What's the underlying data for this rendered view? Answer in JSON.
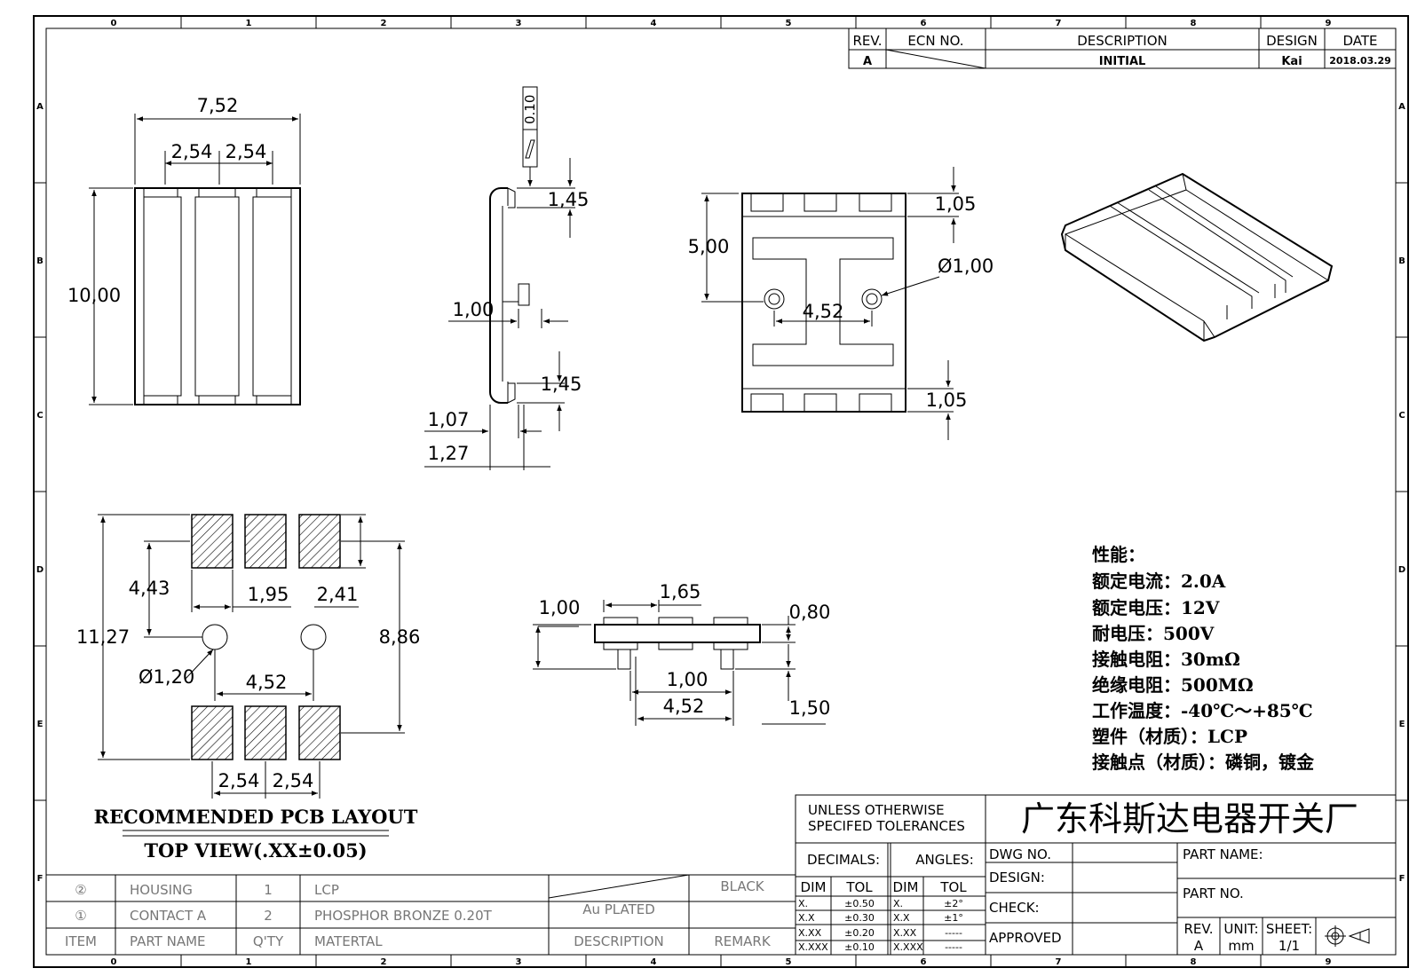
{
  "zone_cols": [
    "0",
    "1",
    "2",
    "3",
    "4",
    "5",
    "6",
    "7",
    "8",
    "9"
  ],
  "zone_rows": [
    "A",
    "B",
    "C",
    "D",
    "E",
    "F"
  ],
  "revision_table": {
    "headers": {
      "rev": "REV.",
      "ecn": "ECN NO.",
      "description": "DESCRIPTION",
      "design": "DESIGN",
      "date": "DATE"
    },
    "row": {
      "rev": "A",
      "description": "INITIAL",
      "design": "Kai",
      "date": "2018.03.29"
    }
  },
  "dims": {
    "front_width": "7,52",
    "front_pitch_a": "2,54",
    "front_pitch_b": "2,54",
    "front_height": "10,00",
    "side_flatness": "0.10",
    "side_top": "1,45",
    "side_mid": "1,00",
    "side_bottom": "1,45",
    "side_thick_a": "1,07",
    "side_thick_b": "1,27",
    "bottom_height": "5,00",
    "bottom_top": "1,05",
    "bottom_hole": "Ø1,00",
    "bottom_hole_pitch": "4,52",
    "bottom_bot": "1,05",
    "pcb_pad_h": "4,43",
    "pcb_gap": "1,95",
    "pcb_pad_w": "2,41",
    "pcb_total_h": "11,27",
    "pcb_span": "8,86",
    "pcb_hole": "Ø1,20",
    "pcb_hole_pitch": "4,52",
    "pcb_pitch_a": "2,54",
    "pcb_pitch_b": "2,54",
    "elev_a": "1,00",
    "elev_b": "1,65",
    "elev_c": "0,80",
    "elev_d": "1,00",
    "elev_e": "4,52",
    "elev_f": "1,50"
  },
  "pcb_caption": {
    "title": "RECOMMENDED PCB LAYOUT",
    "subtitle": "TOP VIEW(.XX±0.05)"
  },
  "specs": {
    "title": "性能：",
    "lines": [
      "额定电流：2.0A",
      "额定电压：12V",
      "耐电压：500V",
      "接触电阻：30mΩ",
      "绝缘电阻：500MΩ",
      "工作温度：-40℃～+85℃",
      "塑件（材质）：LCP",
      "接触点（材质）：磷铜，镀金"
    ]
  },
  "bom": {
    "rows": [
      {
        "num": "②",
        "part": "HOUSING",
        "qty": "1",
        "material": "LCP",
        "description": "",
        "remark": "BLACK"
      },
      {
        "num": "①",
        "part": "CONTACT A",
        "qty": "2",
        "material": "PHOSPHOR BRONZE 0.20T",
        "description": "Au PLATED",
        "remark": ""
      }
    ],
    "header": {
      "item": "ITEM",
      "part": "PART NAME",
      "qty": "Q'TY",
      "material": "MATERTAL",
      "description": "DESCRIPTION",
      "remark": "REMARK"
    }
  },
  "title_block": {
    "tol_title_1": "UNLESS OTHERWISE",
    "tol_title_2": "SPECIFED TOLERANCES",
    "decimals": "DECIMALS:",
    "angles": "ANGLES:",
    "dim": "DIM",
    "tol": "TOL",
    "dec_rows": [
      [
        "X.",
        "±0.50"
      ],
      [
        "X.X",
        "±0.30"
      ],
      [
        "X.XX",
        "±0.20"
      ],
      [
        "X.XXX",
        "±0.10"
      ]
    ],
    "ang_rows": [
      [
        "X.",
        "±2°"
      ],
      [
        "X.X",
        "±1°"
      ],
      [
        "X.XX",
        "-----"
      ],
      [
        "X.XXX",
        "-----"
      ]
    ],
    "company": "广东科斯达电器开关厂",
    "dwg_no": "DWG NO.",
    "design": "DESIGN:",
    "check": "CHECK:",
    "approved": "APPROVED",
    "part_name": "PART NAME:",
    "part_no": "PART NO.",
    "rev_label": "REV.",
    "rev_value": "A",
    "unit_label": "UNIT:",
    "unit_value": "mm",
    "sheet_label": "SHEET:",
    "sheet_value": "1/1"
  }
}
